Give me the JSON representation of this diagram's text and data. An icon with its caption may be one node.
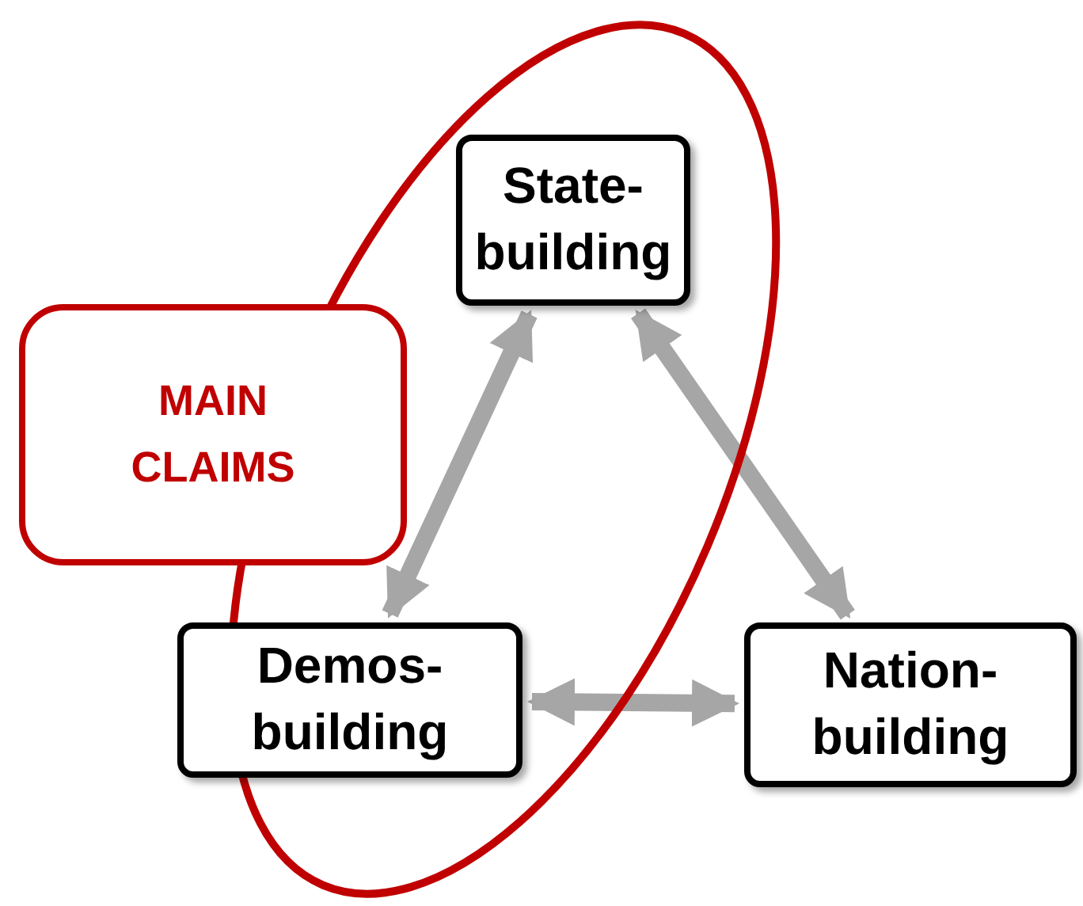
{
  "diagram": {
    "nodes": [
      {
        "text": [
          "State- building"
        ]
      },
      {
        "text": [
          "MAIN CLAIMS"
        ]
      },
      {
        "text": [
          "Demos- building"
        ]
      },
      {
        "text": [
          "Nation- building"
        ]
      }
    ],
    "edges": [
      {
        "from": 0,
        "to": 2,
        "arrow": "both"
      },
      {
        "from": 0,
        "to": 3,
        "arrow": "both"
      },
      {
        "from": 2,
        "to": 3,
        "arrow": "both"
      }
    ]
  }
}
